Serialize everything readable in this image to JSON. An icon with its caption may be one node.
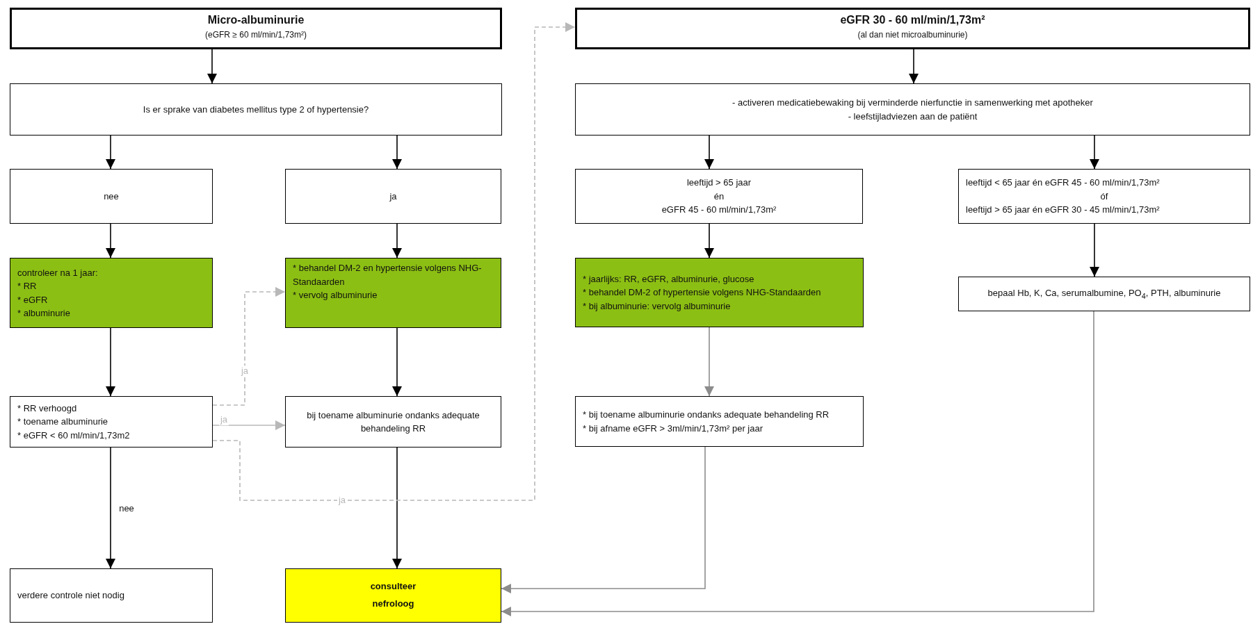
{
  "diagram": {
    "nodes": [
      {
        "text": [
          "Micro-albuminurie",
          "(eGFR ≥ 60 ml/min/1,73m²)"
        ]
      },
      {
        "text": [
          "Is er sprake van diabetes mellitus type 2 of hypertensie?"
        ]
      },
      {
        "text": [
          "nee"
        ]
      },
      {
        "text": [
          "ja"
        ]
      },
      {
        "text": [
          "controleer na 1 jaar:",
          "* RR",
          "* eGFR",
          "* albuminurie"
        ]
      },
      {
        "text": [
          "* behandel DM-2 en hypertensie volgens NHG-Standaarden",
          "* vervolg albuminurie"
        ]
      },
      {
        "text": [
          "* RR verhoogd",
          "* toename albuminurie",
          "* eGFR < 60 ml/min/1,73m2"
        ]
      },
      {
        "text": [
          "bij toename albuminurie ondanks adequate behandeling RR"
        ]
      },
      {
        "text": [
          "verdere controle niet nodig"
        ]
      },
      {
        "text": [
          "consulteer nefroloog"
        ]
      },
      {
        "text": [
          "eGFR 30 - 60 ml/min/1,73m²",
          "(al dan niet microalbuminurie)"
        ]
      },
      {
        "text": [
          "- activeren medicatiebewaking bij verminderde nierfunctie in samenwerking met apotheker",
          "- leefstijladviezen aan de patiënt"
        ]
      },
      {
        "text": [
          "leeftijd > 65 jaar",
          "én",
          "eGFR 45 - 60 ml/min/1,73m²"
        ]
      },
      {
        "text": [
          "leeftijd < 65 jaar én eGFR 45 - 60 ml/min/1,73m²",
          "óf",
          "leeftijd > 65 jaar én eGFR 30 - 45 ml/min/1,73m²"
        ]
      },
      {
        "text": [
          "* jaarlijks: RR, eGFR, albuminurie, glucose",
          "* behandel DM-2 of hypertensie volgens NHG-Standaarden",
          "* bij albuminurie: vervolg albuminurie"
        ]
      },
      {
        "text": [
          "bepaal Hb, K, Ca, serumalbumine, PO$_{4}$, PTH, albuminurie"
        ]
      },
      {
        "text": [
          "* bij toename albuminurie ondanks adequate behandeling RR",
          "* bij afname eGFR > 3ml/min/1,73m² per jaar"
        ]
      }
    ],
    "edges": [
      {
        "from": 0,
        "to": 1,
        "arrow": "to"
      },
      {
        "from": 1,
        "to": 2,
        "arrow": "to"
      },
      {
        "from": 1,
        "to": 3,
        "arrow": "to"
      },
      {
        "from": 2,
        "to": 4,
        "arrow": "to"
      },
      {
        "from": 3,
        "to": 5,
        "arrow": "to"
      },
      {
        "from": 4,
        "to": 6,
        "arrow": "to"
      },
      {
        "from": 5,
        "to": 7,
        "arrow": "to"
      },
      {
        "from": 6,
        "to": 8,
        "arrow": "to",
        "label": "nee"
      },
      {
        "from": 7,
        "to": 9,
        "arrow": "to"
      },
      {
        "from": 10,
        "to": 11,
        "arrow": "to"
      },
      {
        "from": 11,
        "to": 12,
        "arrow": "to"
      },
      {
        "from": 11,
        "to": 13,
        "arrow": "to"
      },
      {
        "from": 12,
        "to": 14,
        "arrow": "to"
      },
      {
        "from": 13,
        "to": 15,
        "arrow": "to"
      },
      {
        "from": 14,
        "to": 16,
        "arrow": "to",
        "color": "#8c8c8c"
      },
      {
        "from": 16,
        "to": 9,
        "arrow": "to",
        "color": "#8c8c8c"
      },
      {
        "from": 15,
        "to": 9,
        "arrow": "to",
        "color": "#8c8c8c"
      },
      {
        "from": 6,
        "to": 5,
        "arrow": "to",
        "label": "ja",
        "style": "dashed",
        "color": "#b8b8b8"
      },
      {
        "from": 6,
        "to": 7,
        "arrow": "to",
        "label": "ja",
        "color": "#b8b8b8"
      },
      {
        "from": 6,
        "to": 10,
        "arrow": "to",
        "label": "ja",
        "style": "dashed",
        "color": "#b8b8b8"
      }
    ]
  }
}
